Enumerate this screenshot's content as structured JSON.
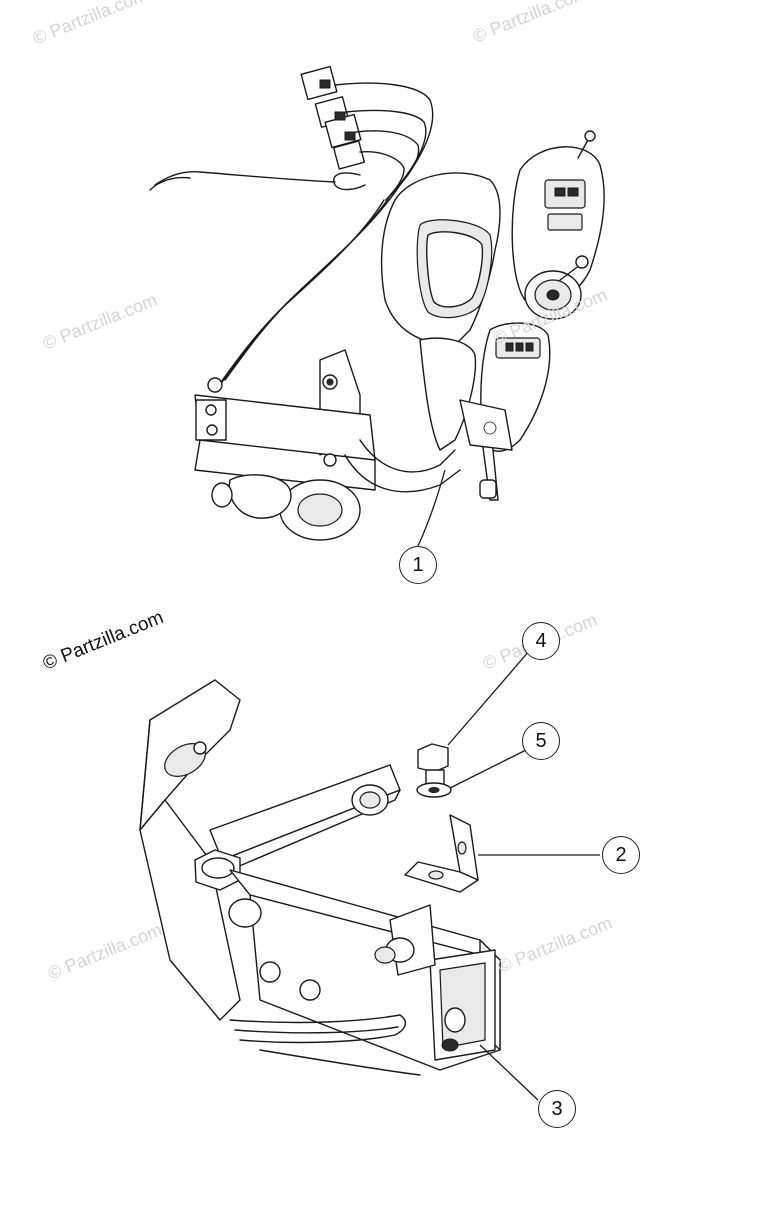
{
  "watermarks": {
    "main": "© Partzilla.com",
    "faint": "© Partzilla.com"
  },
  "callouts": [
    "1",
    "2",
    "3",
    "4",
    "5"
  ]
}
